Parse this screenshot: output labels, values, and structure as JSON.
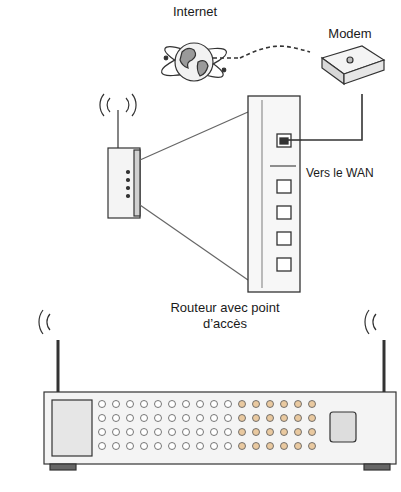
{
  "diagram": {
    "nodes": [
      {
        "text": [
          "Internet"
        ]
      },
      {
        "text": [
          "Modem"
        ]
      },
      {
        "text": [
          "Routeur avec point d’accès"
        ]
      }
    ],
    "edges": [
      {
        "from": 0,
        "to": 1,
        "arrow": "none"
      },
      {
        "from": 1,
        "to": 2,
        "label": "Vers le WAN",
        "arrow": "none"
      }
    ]
  }
}
